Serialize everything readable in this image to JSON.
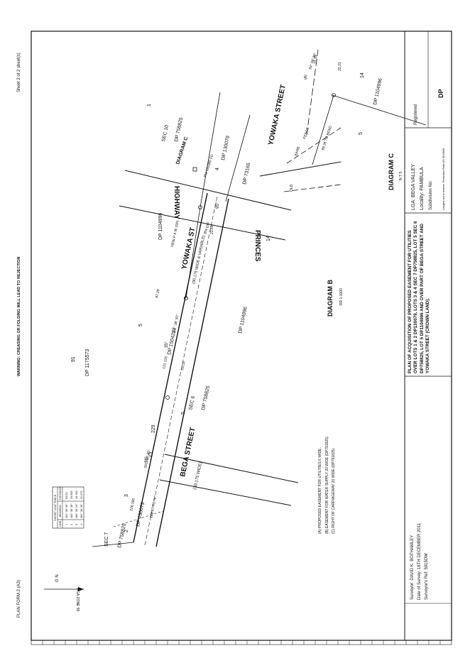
{
  "margin": {
    "form": "PLAN FORM 2 (A3)",
    "warning": "WARNING: CREASING OR FOLDING WILL LEAD TO REJECTION",
    "sheet": "Sheet 2 of 2 sheet(s)"
  },
  "north": {
    "label": "G N",
    "zone": "MGA ZONE 55"
  },
  "table": {
    "title": "SHORT LINE TABLE",
    "headers": [
      "LINE",
      "BEARING",
      "DISTANCE"
    ],
    "rows": [
      [
        "1",
        "281° 38' 35\"",
        "53.53"
      ],
      [
        "2",
        "284° 38' 35\"",
        "25.595"
      ],
      [
        "3",
        "284° 38' 25\"",
        "18.165"
      ],
      [
        "4",
        "281° 38' 35\"",
        "31.075"
      ]
    ]
  },
  "streets": {
    "bega": "BEGA STREET",
    "bega_width": "(30.175 WIDE)",
    "yowaka_st": "YOWAKA ST",
    "yowaka_width": "(30.175 WIDE & VARIABLE)",
    "yowaka_street": "YOWAKA STREET",
    "highway": "HIGHWAY",
    "princes": "PRINCES"
  },
  "parcels": {
    "dp1175573": "DP 1175573",
    "lot91": "91",
    "dp758825_top": "DP 758825",
    "sec10": "SEC 10",
    "lot1": "1",
    "dp130079": "DP 130079",
    "lot4": "4",
    "dp73165": "DP 73165",
    "dp1104996_top": "DP 1104996",
    "lot5": "5",
    "dp758825_mid": "DP 758825",
    "sec6": "SEC 6",
    "dp1104996_mid": "DP 1104996",
    "lot14": "14",
    "lot229": "229",
    "dp758825_bottom": "DP 758825",
    "sec7": "SEC 7",
    "lot3": "3",
    "lot2": "2",
    "dp130079_bottom": "DP 130079",
    "newpaw": "NEW P A W (SP)",
    "dp1104996_right": "DP 1104996",
    "lot14_right": "14",
    "lot5_right": "5",
    "dp1504227": "DP 1504227"
  },
  "diagrams": {
    "a_title": "DIAGRAM A",
    "b_title": "DIAGRAM B",
    "b_scale": "RR 1:1000",
    "c_title": "DIAGRAM C",
    "c_scale": "N T S",
    "c_label_top": "DIAGRAM C"
  },
  "annotations": {
    "bearing_upper": "281° 38' 35\"",
    "bearing_lower": "281° 38' 35\"",
    "dim1": "53.53",
    "dim2": "121.125",
    "dim3": "87.29",
    "dim4": "23.69",
    "dim5": "226.185",
    "dim6": "288.57 TO \"V\"",
    "dim7": "23.21",
    "dim8": "22.33",
    "angle1": "35°",
    "angle2": "38°",
    "angle3": "95°",
    "angle4": "84° 08' 30\"",
    "bm": "BM GIP",
    "pm": "PM 152980 FD",
    "fence": "FENCE",
    "barb": "BARB",
    "bend": "88.36 TO BEND",
    "old": "OLD",
    "a": "(A)"
  },
  "notes": [
    "(A) PROPOSED EASEMENT FOR UTILITIES 6 WIDE.",
    "(B) EASEMENT FOR WATER SUPPLY 20 WIDE (DP791825).",
    "(C) RIGHT OF CARRIAGEWAY 20 WIDE (DP791825)."
  ],
  "titleblock": {
    "surveyor": "Surveyor: DAVID K. BOTHAMLEY",
    "date": "Date of Survey: 16TH DECEMBER 2011",
    "ref": "Surveyor's Ref: 5915DW",
    "plan_title": "PLAN OF ACQUISITION OF PROPOSED EASEMENT FOR UTILITIES OVER LOTS 1 & 2 DP130079, LOTS 3 & 4 SEC 7 DP758825, LOT 5 SEC 6 DP758825, LOT 5 DP1104996 AND OVER PART OF BEGA STREET AND YOWAKA STREET (CROWN LAND).",
    "lga": "LGA:  BEGA VALLEY",
    "locality": "Locality:  PAMBULA",
    "subdivision": "Subdivision No:",
    "lengths": "Lengths are in metres. Reduction Ratio  AS SHOWN",
    "registered": "Registered",
    "dp": "DP"
  },
  "colors": {
    "ink": "#111111",
    "paper": "#ffffff"
  }
}
